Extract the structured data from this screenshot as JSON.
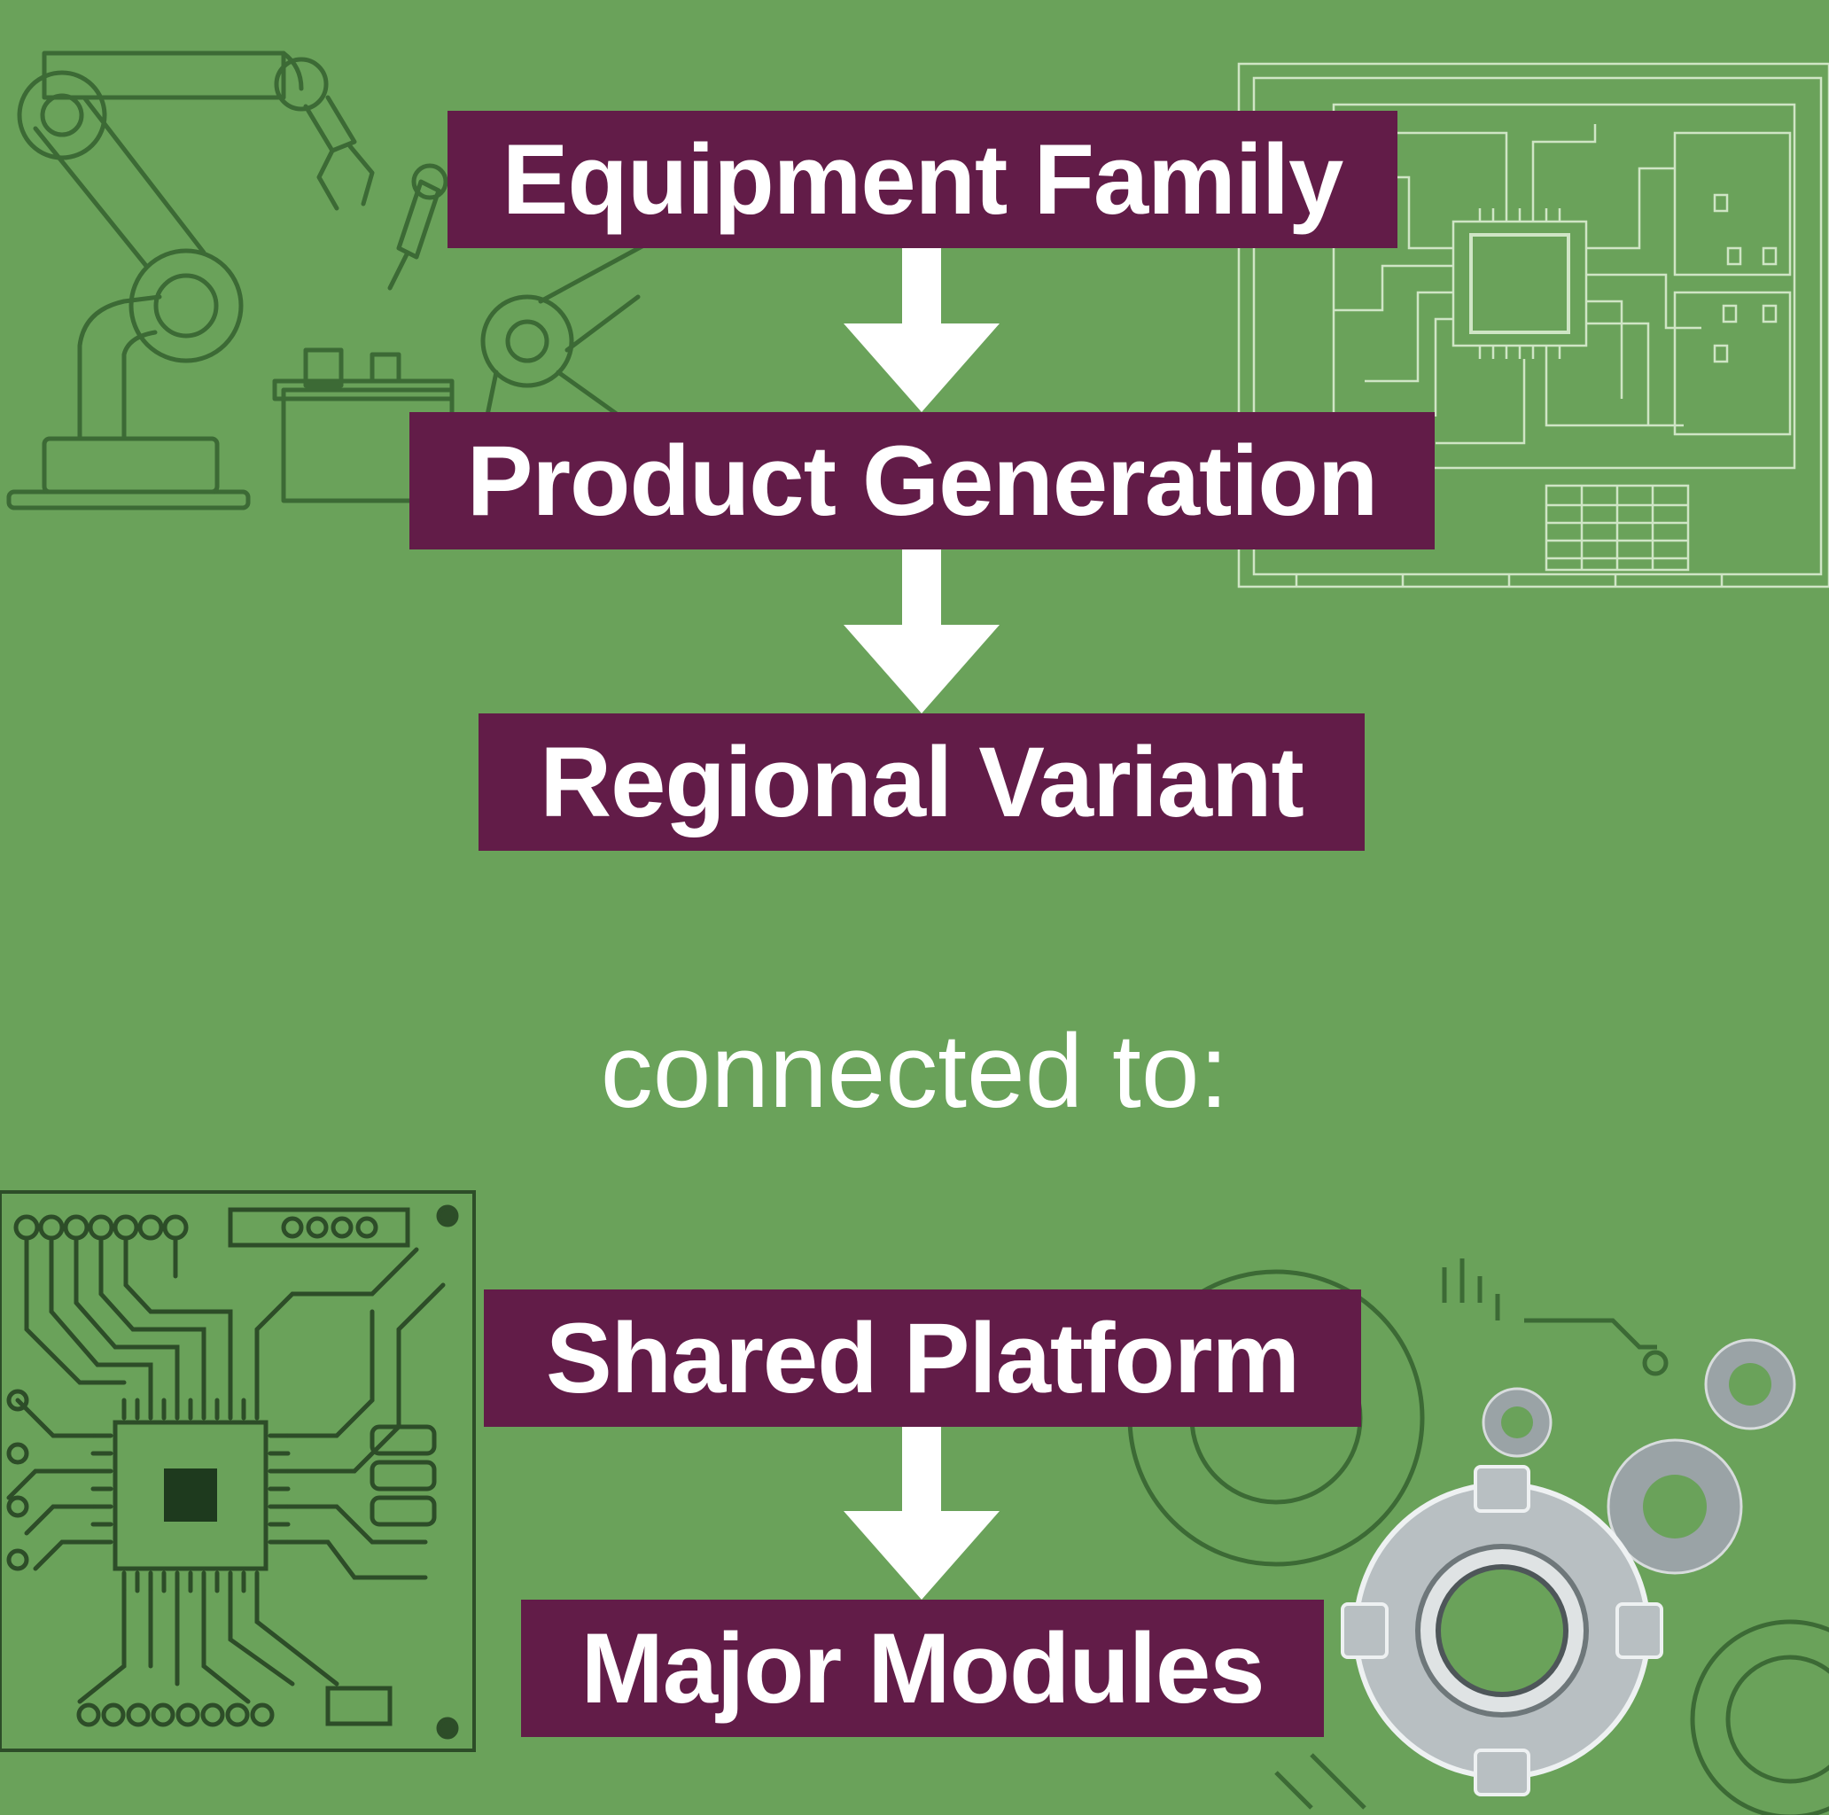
{
  "colors": {
    "background": "#6aa25a",
    "box_fill": "#621c48",
    "text": "#ffffff",
    "line_art": "#3c6a35",
    "blueprint_line": "#cfe5c5"
  },
  "hierarchy": {
    "nodes": [
      {
        "id": "equipment-family",
        "label": "Equipment Family"
      },
      {
        "id": "product-generation",
        "label": "Product Generation"
      },
      {
        "id": "regional-variant",
        "label": "Regional Variant"
      }
    ]
  },
  "connector": {
    "label": "connected to:"
  },
  "platform": {
    "nodes": [
      {
        "id": "shared-platform",
        "label": "Shared Platform"
      },
      {
        "id": "major-modules",
        "label": "Major Modules"
      }
    ]
  },
  "illustrations": [
    "robot-arm-icon",
    "blueprint-schematic-icon",
    "circuit-board-icon",
    "gears-icon"
  ]
}
